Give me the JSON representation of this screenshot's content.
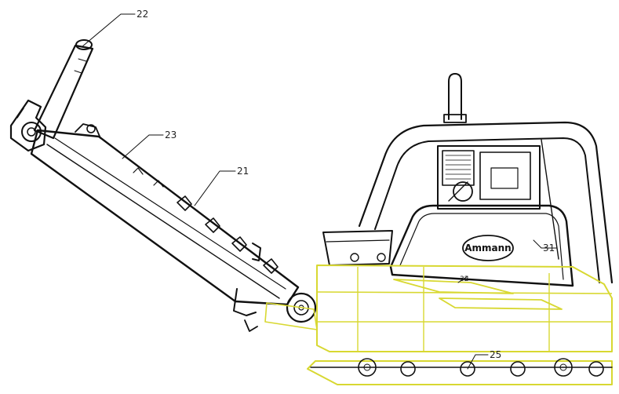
{
  "colors": {
    "ink": "#111111",
    "highlight": "#d8d832",
    "background": "#ffffff"
  },
  "callouts": {
    "c22": "22",
    "c23": "23",
    "c21": "21",
    "c31": "31",
    "c32": "32",
    "c25": "25"
  },
  "logo": {
    "text": "Ammann"
  }
}
